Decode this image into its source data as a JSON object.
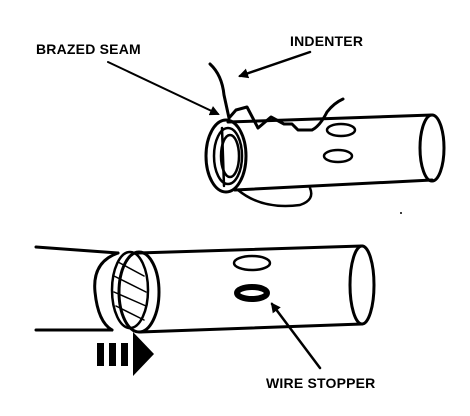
{
  "labels": {
    "brazed_seam": "BRAZED SEAM",
    "indenter": "INDENTER",
    "wire_stopper": "WIRE STOPPER"
  },
  "colors": {
    "ink": "#000000",
    "background": "#ffffff"
  },
  "icons": {
    "feed_direction": "triple-arrow-right-icon"
  }
}
